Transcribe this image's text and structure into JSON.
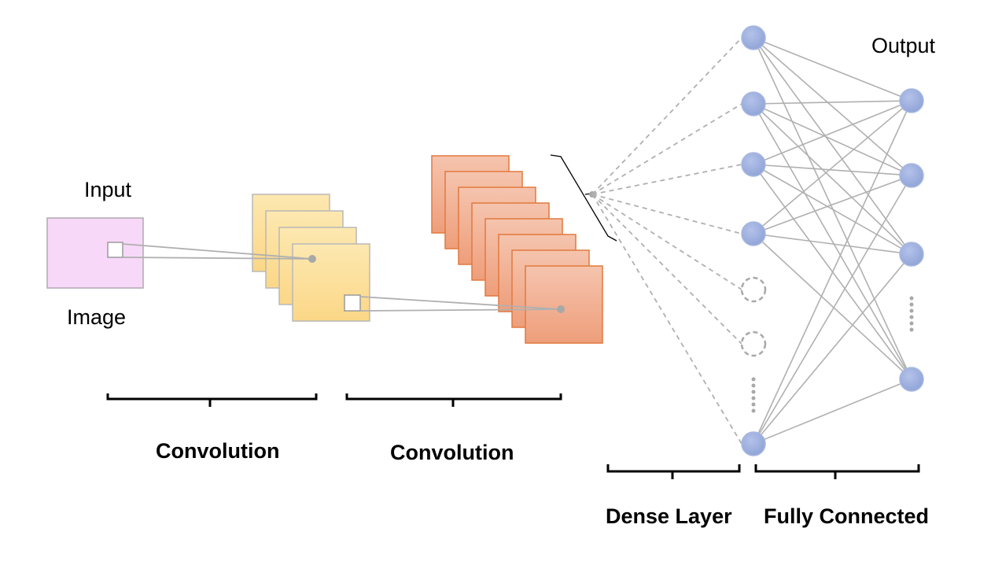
{
  "labels": {
    "input": "Input",
    "image": "Image",
    "output": "Output",
    "convolution_1": "Convolution",
    "convolution_2": "Convolution",
    "dense_layer": "Dense Layer",
    "fully_connected": "Fully Connected"
  },
  "colors": {
    "input_fill": "#f8d8f8",
    "input_stroke": "#b0a8b0",
    "conv1_fill_top": "#fde8b0",
    "conv1_fill_bottom": "#fbd787",
    "conv1_stroke": "#b8b8b8",
    "conv2_fill_top": "#f5c4ae",
    "conv2_fill_bottom": "#ee9e7a",
    "conv2_stroke": "#e2793f",
    "node_fill": "#8ea3d6",
    "node_stroke": "#a8b8e0",
    "connection": "#b0b0b0",
    "dashed_node_stroke": "#a8a8a8",
    "bracket": "#000000"
  },
  "structure": {
    "conv1_feature_maps": 4,
    "conv2_feature_maps": 8,
    "dense_nodes_solid": 5,
    "dense_nodes_dashed": 2,
    "output_nodes": 4
  }
}
